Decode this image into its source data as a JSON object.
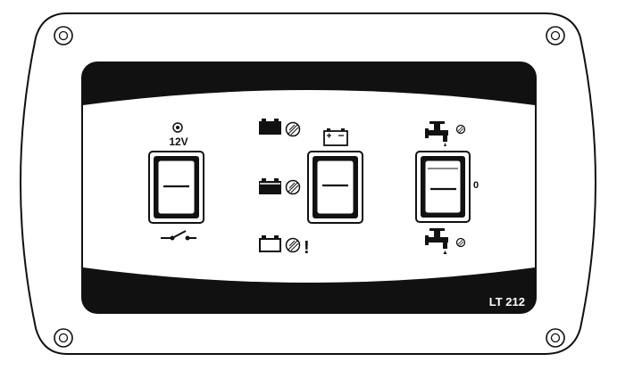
{
  "panel": {
    "model": "LT 212",
    "colors": {
      "bezel": "#ffffff",
      "outline": "#111111",
      "frame": "#111111",
      "face": "#ffffff"
    }
  },
  "left_switch": {
    "label": "12V",
    "icon_top": "indicator-led-icon",
    "icon_bottom": "power-switch-icon"
  },
  "middle_switch": {
    "icon_top": "battery-icon",
    "indicators": [
      {
        "icon": "battery-full-led-icon"
      },
      {
        "icon": "battery-half-led-icon"
      },
      {
        "icon": "battery-low-warning-icon",
        "text": "!"
      }
    ]
  },
  "right_switch": {
    "label": "0",
    "icon_top": "water-tap-pump-led-icon",
    "icon_bottom": "water-tap-drip-led-icon"
  }
}
